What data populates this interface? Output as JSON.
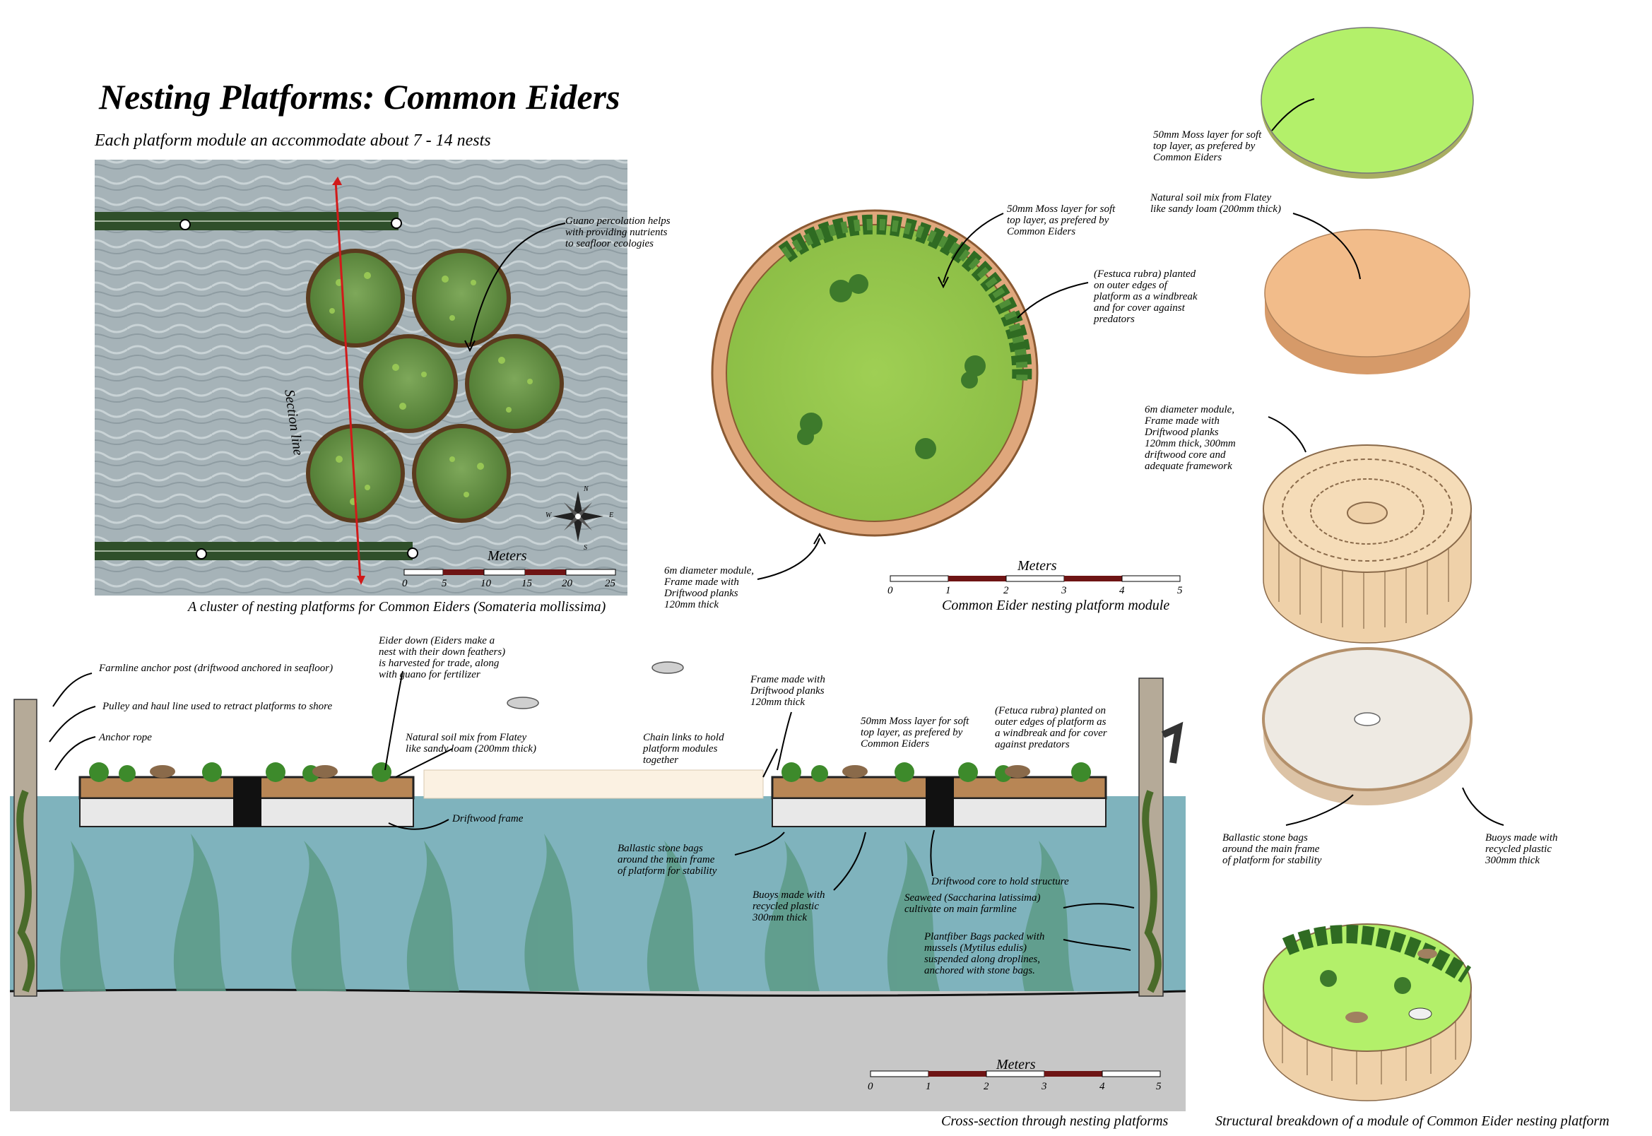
{
  "title": "Nesting Platforms: Common Eiders",
  "subtitle": "Each platform module an accommodate about 7 - 14 nests",
  "plan": {
    "section_label": "Section line",
    "guano_note": [
      "Guano percolation helps",
      "with providing nutrients",
      "to seafloor ecologies"
    ],
    "compass": [
      "N",
      "E",
      "S",
      "W"
    ],
    "scale": {
      "unit": "Meters",
      "ticks": [
        "0",
        "5",
        "10",
        "15",
        "20",
        "25"
      ]
    },
    "caption": "A cluster of nesting platforms for Common Eiders (Somateria mollissima)"
  },
  "module": {
    "moss_note": [
      "50mm Moss layer for soft",
      "top layer, as prefered by",
      "Common Eiders"
    ],
    "festuca_note": [
      "(Festuca rubra) planted",
      "on outer edges of",
      "platform as a windbreak",
      "and for cover against",
      "predators"
    ],
    "frame_note": [
      "6m diameter module,",
      "Frame made with",
      "Driftwood planks",
      "120mm thick"
    ],
    "scale": {
      "unit": "Meters",
      "ticks": [
        "0",
        "1",
        "2",
        "3",
        "4",
        "5"
      ]
    },
    "caption": "Common Eider nesting platform module"
  },
  "section": {
    "labels": {
      "farmline_post": "Farmline anchor post (driftwood anchored in seafloor)",
      "pulley": "Pulley and haul line used to retract platforms to shore",
      "anchor_rope": "Anchor rope",
      "eider_down": [
        "Eider down (Eiders make a",
        "nest with their down feathers)",
        "is harvested for trade, along",
        "with guano for fertilizer"
      ],
      "soil": [
        "Natural soil mix from Flatey",
        "like sandy loam (200mm thick)"
      ],
      "chain": [
        "Chain links to hold",
        "platform modules",
        "together"
      ],
      "frame": [
        "Frame made with",
        "Driftwood planks",
        "120mm thick"
      ],
      "moss": [
        "50mm Moss layer for soft",
        "top layer, as prefered by",
        "Common Eiders"
      ],
      "festuca": [
        "(Fetuca rubra) planted on",
        "outer edges of platform as",
        "a windbreak and for cover",
        "against predators"
      ],
      "driftwood_frame": "Driftwood frame",
      "ballast": [
        "Ballastic stone bags",
        "around the main frame",
        "of platform for stability"
      ],
      "buoys": [
        "Buoys made with",
        "recycled plastic",
        "300mm thick"
      ],
      "core": "Driftwood core to hold structure",
      "seaweed": [
        "Seaweed (Saccharina latissima)",
        "cultivate on main farmline"
      ],
      "plantfiber": [
        "Plantfiber Bags packed with",
        "mussels (Mytilus edulis)",
        "suspended along droplines,",
        "anchored with stone bags."
      ]
    },
    "scale": {
      "unit": "Meters",
      "ticks": [
        "0",
        "1",
        "2",
        "3",
        "4",
        "5"
      ]
    },
    "caption": "Cross-section through nesting platforms"
  },
  "breakdown": {
    "moss": [
      "50mm Moss layer for soft",
      "top layer, as prefered by",
      "Common Eiders"
    ],
    "soil": [
      "Natural soil mix from Flatey",
      "like sandy loam (200mm thick)"
    ],
    "frame": [
      "6m diameter module,",
      "Frame made with",
      "Driftwood planks",
      "120mm thick,  300mm",
      "driftwood core and",
      "adequate framework"
    ],
    "ballast": [
      "Ballastic stone bags",
      "around the main frame",
      "of platform for stability"
    ],
    "buoys": [
      "Buoys made with",
      "recycled plastic",
      "300mm thick"
    ],
    "caption": "Structural breakdown of a module of Common Eider nesting platform"
  },
  "colors": {
    "water": "#7fb3bd",
    "seabed": "#c7c7c7",
    "moss": "#9ccc4a",
    "soil": "#e9b07c",
    "wood": "#e6c49b",
    "scale_red": "#6e1414"
  }
}
